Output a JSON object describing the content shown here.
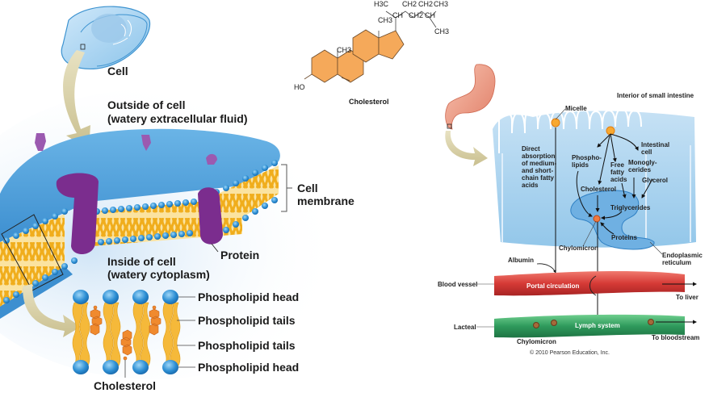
{
  "membrane_panel": {
    "cell_label": "Cell",
    "outside_label_line1": "Outside of cell",
    "outside_label_line2": "(watery extracellular fluid)",
    "membrane_label_line1": "Cell",
    "membrane_label_line2": "membrane",
    "protein_label": "Protein",
    "inside_label_line1": "Inside of cell",
    "inside_label_line2": "(watery cytoplasm)",
    "detail_labels": [
      "Phospholipid head",
      "Phospholipid tails",
      "Phospholipid tails",
      "Phospholipid head"
    ],
    "cholesterol_label": "Cholesterol"
  },
  "molecule_panel": {
    "side_chain": {
      "row1": [
        "H3C",
        "CH2",
        "CH2",
        "CH3"
      ],
      "row2": [
        "CH3",
        "CH",
        "CH2",
        "CH"
      ],
      "row3": "CH3"
    },
    "ring_methyl_1": "CH3",
    "hydroxyl": "HO",
    "title": "Cholesterol"
  },
  "intestine_panel": {
    "interior_label": "Interior of small intestine",
    "micelle_label": "Micelle",
    "direct_absorption": [
      "Direct",
      "absorption",
      "of medium-",
      "and short-",
      "chain fatty",
      "acids"
    ],
    "phospholipids": [
      "Phospho-",
      "lipids"
    ],
    "free_fatty_acids": [
      "Free",
      "fatty",
      "acids"
    ],
    "monoglycerides": [
      "Monogly-",
      "cerides"
    ],
    "intestinal_cell": [
      "Intestinal",
      "cell"
    ],
    "glycerol": "Glycerol",
    "cholesterol": "Cholesterol",
    "triglycerides": "Triglycerides",
    "proteins": "Proteins",
    "chylomicron": "Chylomicron",
    "endoplasmic_reticulum": [
      "Endoplasmic",
      "reticulum"
    ],
    "albumin": "Albumin",
    "blood_vessel": "Blood vessel",
    "portal_circulation": "Portal circulation",
    "to_liver": "To liver",
    "lacteal": "Lacteal",
    "lymph_system": "Lymph system",
    "chylomicron_lymph": "Chylomicron",
    "to_bloodstream": "To bloodstream",
    "copyright": "© 2010 Pearson Education, Inc."
  },
  "colors": {
    "membrane_blue": "#4a9fd8",
    "lipid_yellow": "#f2b52c",
    "protein_purple": "#7b2d8e",
    "steroid_orange": "#f5a95a",
    "blood_red": "#d6393a",
    "lymph_green": "#2f9a5c",
    "cell_light_blue": "#a9d3f0"
  }
}
